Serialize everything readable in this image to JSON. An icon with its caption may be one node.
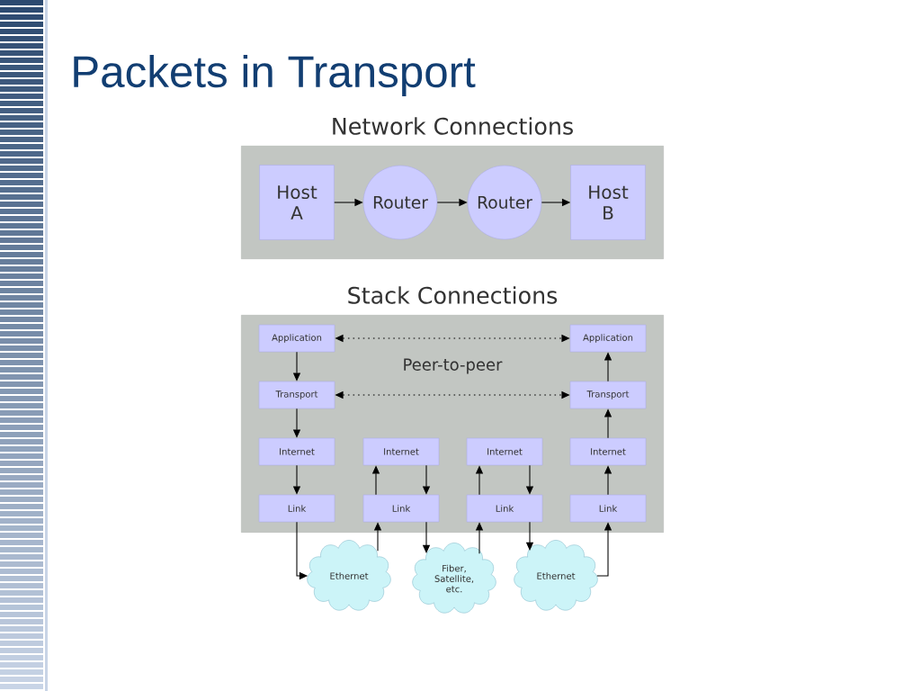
{
  "diagram": {
    "title": "Packets in Transport",
    "nodes": [
      {
        "text": [
          "Network Connections"
        ]
      },
      {
        "text": [
          "Host A"
        ],
        "in": 0
      },
      {
        "text": [
          "Router"
        ],
        "in": 0
      },
      {
        "text": [
          "Router"
        ],
        "in": 0
      },
      {
        "text": [
          "Host B"
        ],
        "in": 0
      },
      {
        "text": [
          "Stack Connections",
          "Peer-to-peer"
        ]
      },
      {
        "text": [
          "Application"
        ],
        "in": 5
      },
      {
        "text": [
          "Application"
        ],
        "in": 5
      },
      {
        "text": [
          "Transport"
        ],
        "in": 5
      },
      {
        "text": [
          "Transport"
        ],
        "in": 5
      },
      {
        "text": [
          "Internet"
        ],
        "in": 5
      },
      {
        "text": [
          "Internet"
        ],
        "in": 5
      },
      {
        "text": [
          "Internet"
        ],
        "in": 5
      },
      {
        "text": [
          "Internet"
        ],
        "in": 5
      },
      {
        "text": [
          "Link"
        ],
        "in": 5
      },
      {
        "text": [
          "Link"
        ],
        "in": 5
      },
      {
        "text": [
          "Link"
        ],
        "in": 5
      },
      {
        "text": [
          "Link"
        ],
        "in": 5
      },
      {
        "text": [
          "Ethernet"
        ]
      },
      {
        "text": [
          "Fiber, Satellite, etc."
        ]
      },
      {
        "text": [
          "Ethernet"
        ]
      }
    ],
    "edges": [
      {
        "from": 1,
        "to": 2,
        "arrow": "to"
      },
      {
        "from": 2,
        "to": 3,
        "arrow": "to"
      },
      {
        "from": 3,
        "to": 4,
        "arrow": "to"
      },
      {
        "from": 6,
        "to": 7,
        "arrow": "both",
        "style": "dashed"
      },
      {
        "from": 8,
        "to": 9,
        "arrow": "both",
        "style": "dashed"
      },
      {
        "from": 6,
        "to": 8,
        "arrow": "to"
      },
      {
        "from": 8,
        "to": 10,
        "arrow": "to"
      },
      {
        "from": 10,
        "to": 14,
        "arrow": "to"
      },
      {
        "from": 14,
        "to": 18,
        "arrow": "to"
      },
      {
        "from": 18,
        "to": 15,
        "arrow": "to"
      },
      {
        "from": 15,
        "to": 11,
        "arrow": "to"
      },
      {
        "from": 11,
        "to": 15,
        "arrow": "to"
      },
      {
        "from": 15,
        "to": 19,
        "arrow": "to"
      },
      {
        "from": 19,
        "to": 16,
        "arrow": "to"
      },
      {
        "from": 16,
        "to": 12,
        "arrow": "to"
      },
      {
        "from": 12,
        "to": 16,
        "arrow": "to"
      },
      {
        "from": 16,
        "to": 20,
        "arrow": "to"
      },
      {
        "from": 20,
        "to": 17,
        "arrow": "to"
      },
      {
        "from": 17,
        "to": 13,
        "arrow": "to"
      },
      {
        "from": 13,
        "to": 9,
        "arrow": "to"
      },
      {
        "from": 9,
        "to": 7,
        "arrow": "to"
      }
    ]
  }
}
